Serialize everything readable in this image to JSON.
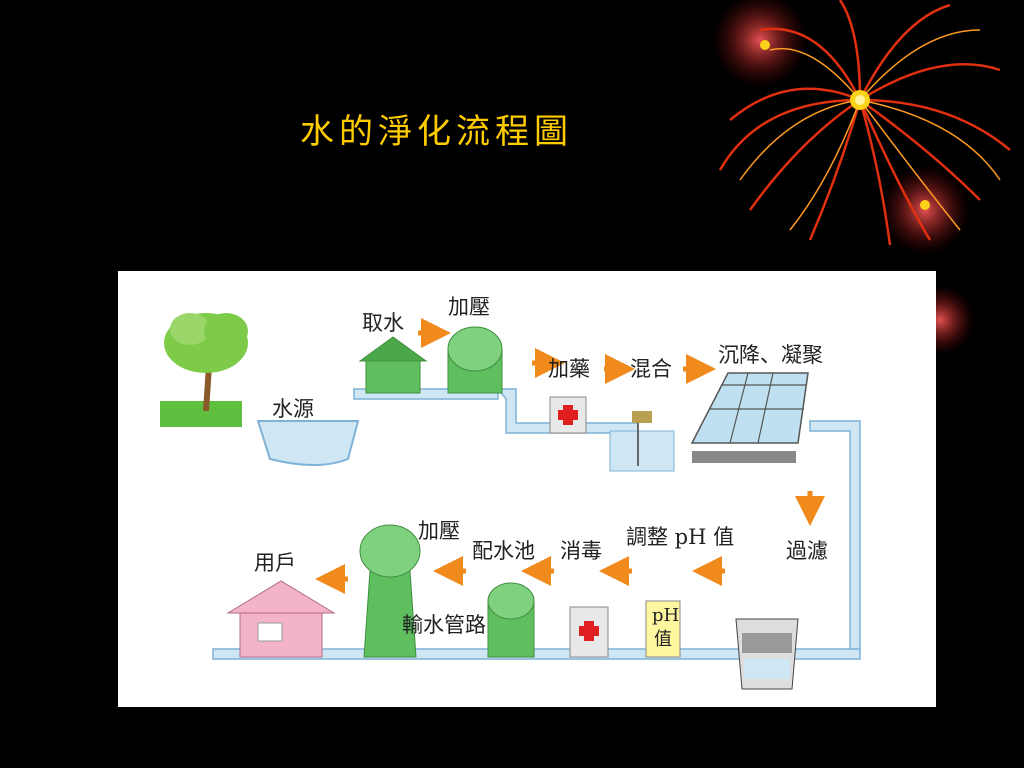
{
  "title": "水的淨化流程圖",
  "diagram": {
    "labels": {
      "intake": "取水",
      "pressurize_top": "加壓",
      "add_chemicals": "加藥",
      "mixing": "混合",
      "settling": "沉降、凝聚",
      "water_source": "水源",
      "filtration": "過濾",
      "ph_adjust": "調整 pH 值",
      "pressurize_bottom": "加壓",
      "disinfection": "消毒",
      "distribution_reservoir": "配水池",
      "user": "用戶",
      "pipeline": "輸水管路",
      "ph_box_line1": "pH",
      "ph_box_line2": "值"
    },
    "colors": {
      "pipe": "#cfe6f4",
      "pipe_edge": "#7fb2d6",
      "tank_green": "#5fbf5f",
      "arrow": "#f08a1c",
      "house": "#f3b3c8"
    }
  }
}
